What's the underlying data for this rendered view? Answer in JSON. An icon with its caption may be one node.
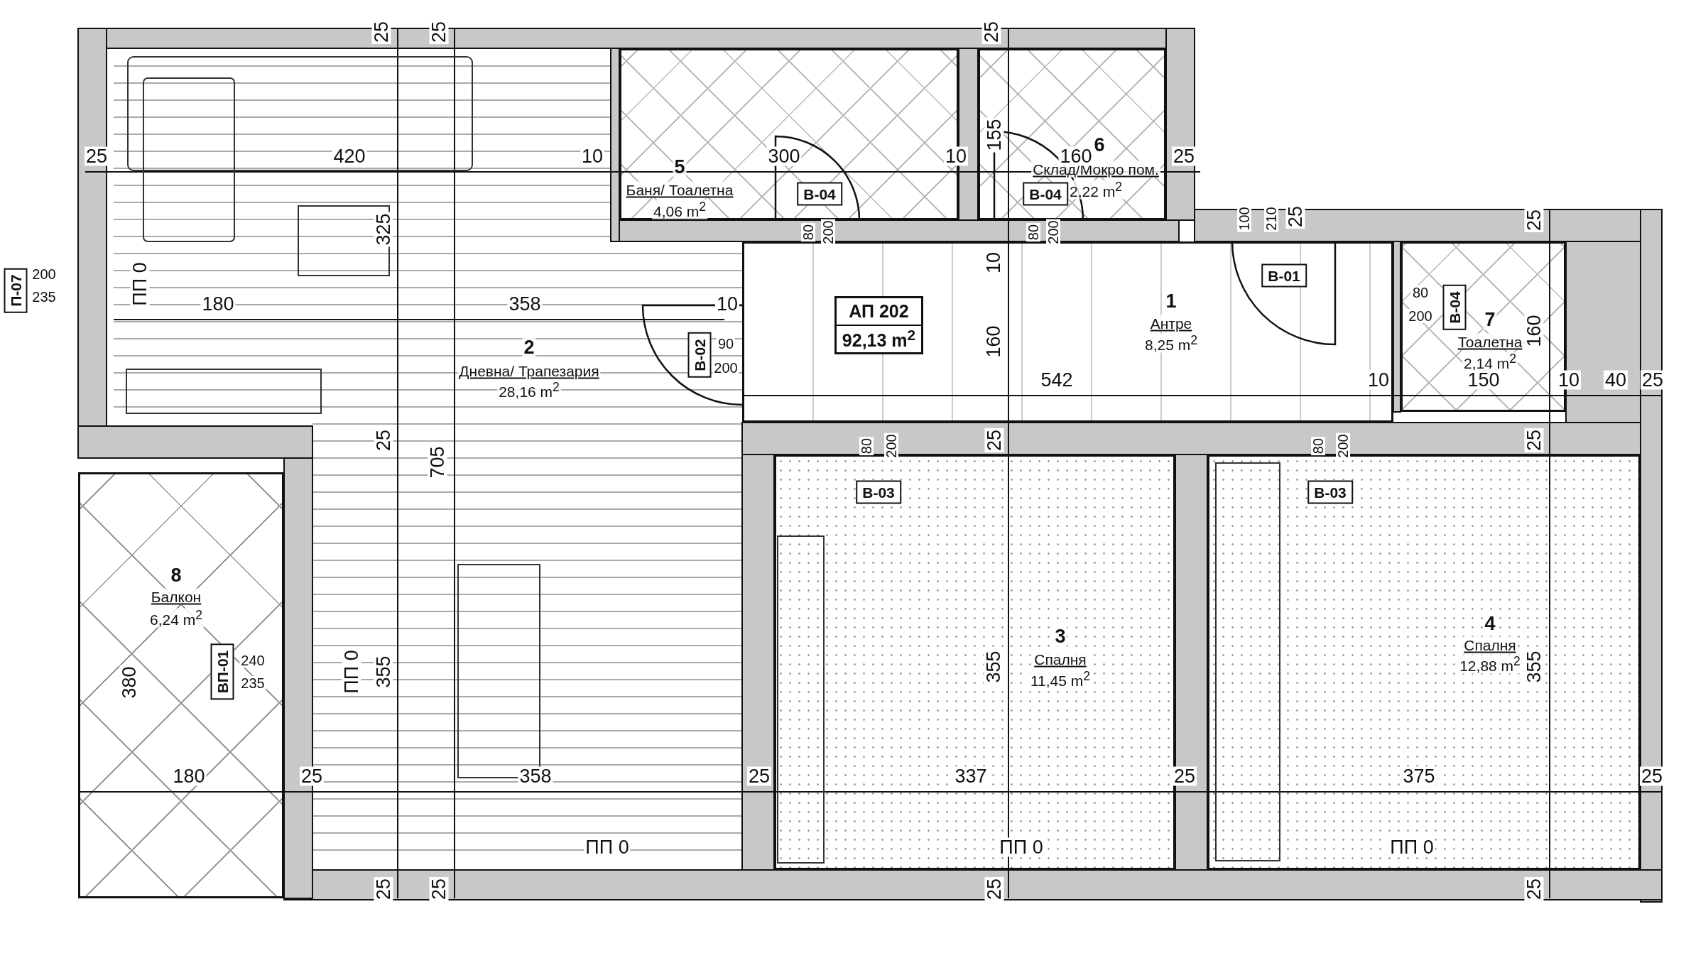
{
  "diagram": {
    "nodes": [
      {
        "text": [
          "2",
          "Дневна/ Трапезария",
          "28,16 m$^{2}$"
        ]
      },
      {
        "text": [
          "5",
          "Баня/ Тоалетна",
          "4,06 m$^{2}$"
        ]
      },
      {
        "text": [
          "6",
          "Склад/Мокро пом.",
          "2,22 m$^{2}$"
        ]
      },
      {
        "text": [
          "1",
          "Антре",
          "8,25 m$^{2}$"
        ]
      },
      {
        "text": [
          "7",
          "Тоалетна",
          "2,14 m$^{2}$"
        ]
      },
      {
        "text": [
          "8",
          "Балкон",
          "6,24 m$^{2}$"
        ]
      },
      {
        "text": [
          "3",
          "Спалня",
          "11,45 m$^{2}$"
        ]
      },
      {
        "text": [
          "4",
          "Спалня",
          "12,88 m$^{2}$"
        ]
      },
      {
        "text": [
          "АП 202",
          "92,13 m$^{2}$"
        ],
        "in": 3
      },
      {
        "text": [
          "В-04"
        ],
        "beside": [
          "80",
          "200"
        ],
        "in": 1
      },
      {
        "text": [
          "В-04"
        ],
        "beside": [
          "80",
          "200"
        ],
        "in": 2
      },
      {
        "text": [
          "В-01"
        ],
        "beside": [
          "100",
          "210"
        ],
        "in": 3
      },
      {
        "text": [
          "В-02"
        ],
        "beside": [
          "90",
          "200"
        ],
        "in": 0
      },
      {
        "text": [
          "В-04"
        ],
        "beside": [
          "80",
          "200"
        ],
        "in": 4
      },
      {
        "text": [
          "В-03"
        ],
        "beside": [
          "80",
          "200"
        ],
        "in": 6
      },
      {
        "text": [
          "В-03"
        ],
        "beside": [
          "80",
          "200"
        ],
        "in": 7
      },
      {
        "text": [
          "П-07"
        ],
        "beside": [
          "200",
          "235"
        ]
      },
      {
        "text": [
          "ВП-01"
        ],
        "beside": [
          "240",
          "235"
        ]
      }
    ],
    "labels": [
      "25",
      "25",
      "25",
      "155",
      "25",
      "420",
      "10",
      "300",
      "10",
      "160",
      "25",
      "25",
      "25",
      "325",
      "10",
      "ПП 0",
      "180",
      "358",
      "10",
      "160",
      "160",
      "542",
      "10",
      "150",
      "10",
      "40",
      "25",
      "25",
      "25",
      "25",
      "705",
      "ПП 0",
      "355",
      "355",
      "355",
      "380",
      "180",
      "25",
      "358",
      "25",
      "337",
      "25",
      "375",
      "25",
      "ПП 0",
      "ПП 0",
      "ПП 0",
      "25",
      "25",
      "25",
      "25"
    ]
  }
}
